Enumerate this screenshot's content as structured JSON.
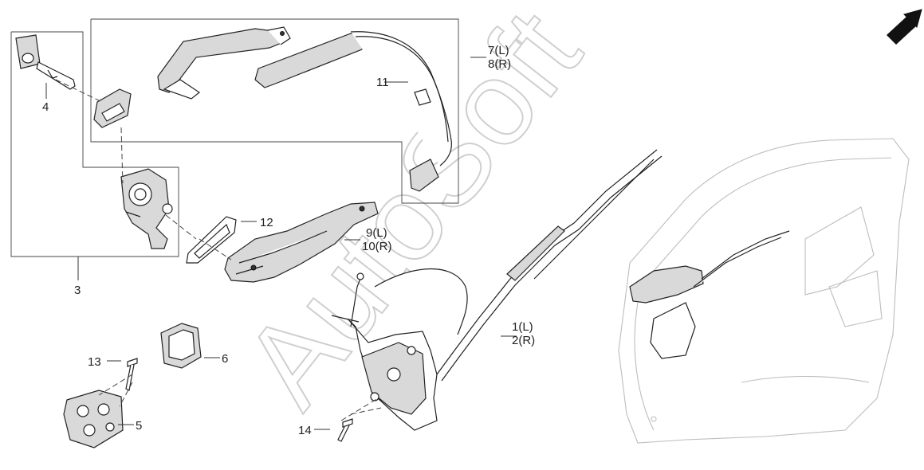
{
  "watermark": "AutoSoft",
  "callouts": [
    {
      "id": "1",
      "text": "1(L)"
    },
    {
      "id": "2",
      "text": "2(R)"
    },
    {
      "id": "3",
      "text": "3"
    },
    {
      "id": "4",
      "text": "4"
    },
    {
      "id": "5",
      "text": "5"
    },
    {
      "id": "6",
      "text": "6"
    },
    {
      "id": "7",
      "text": "7(L)"
    },
    {
      "id": "8",
      "text": "8(R)"
    },
    {
      "id": "9",
      "text": "9(L)"
    },
    {
      "id": "10",
      "text": "10(R)"
    },
    {
      "id": "11",
      "text": "11"
    },
    {
      "id": "12",
      "text": "12"
    },
    {
      "id": "13",
      "text": "13"
    },
    {
      "id": "14",
      "text": "14"
    }
  ],
  "icons": {
    "direction_arrow": "front-direction-arrow-icon"
  }
}
